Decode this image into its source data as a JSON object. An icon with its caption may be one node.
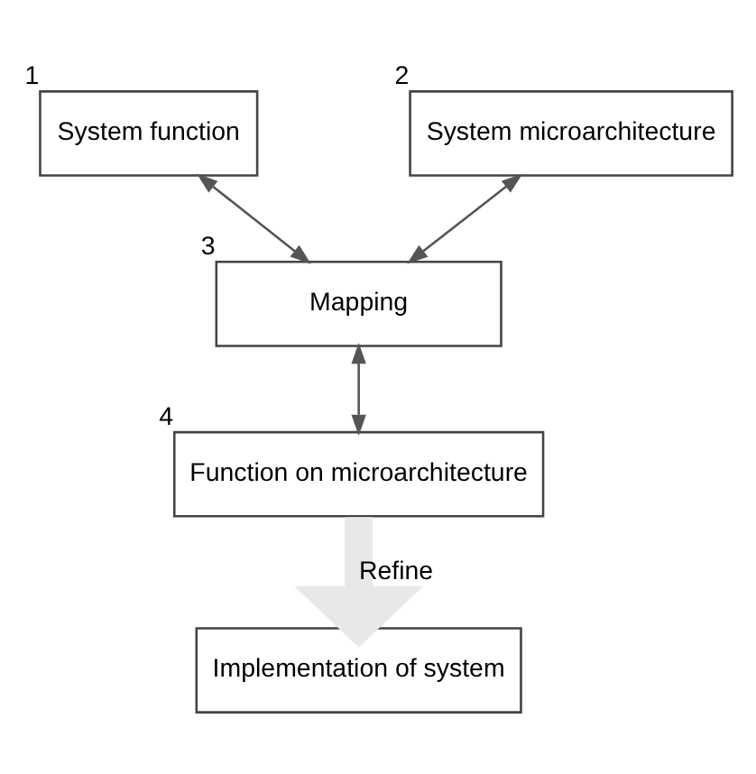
{
  "diagram": {
    "nodes": [
      {
        "text": [
          "System function"
        ],
        "beside": [
          "1"
        ]
      },
      {
        "text": [
          "System microarchitecture"
        ],
        "beside": [
          "2"
        ]
      },
      {
        "text": [
          "Mapping"
        ],
        "beside": [
          "3"
        ]
      },
      {
        "text": [
          "Function on microarchitecture"
        ],
        "beside": [
          "4"
        ]
      },
      {
        "text": [
          "Implementation of system"
        ]
      }
    ],
    "edges": [
      {
        "from": 0,
        "to": 2,
        "arrow": "both"
      },
      {
        "from": 1,
        "to": 2,
        "arrow": "both"
      },
      {
        "from": 2,
        "to": 3,
        "arrow": "both"
      },
      {
        "from": 3,
        "to": 4,
        "arrow": "to",
        "label": "Refine",
        "style": "thick",
        "color": "#e8e8e8"
      }
    ]
  }
}
